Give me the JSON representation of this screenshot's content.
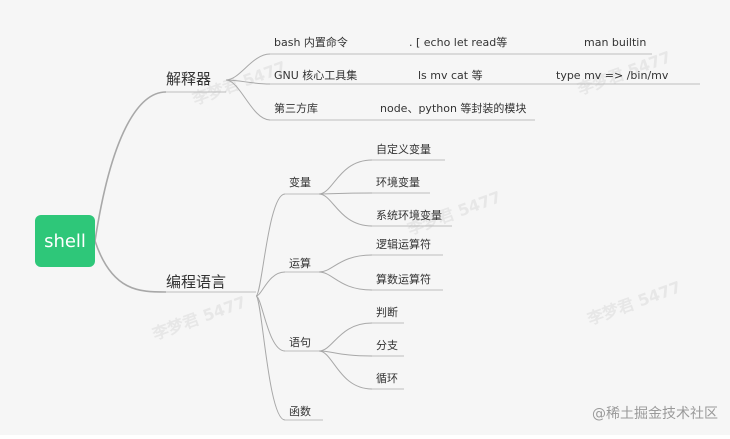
{
  "diagram": {
    "root": "shell",
    "branches": [
      {
        "label": "解释器",
        "children": [
          {
            "label": "bash 内置命令",
            "detail": ".  [   echo  let  read等",
            "extra": "man builtin"
          },
          {
            "label": "GNU 核心工具集",
            "detail": "ls   mv  cat  等",
            "extra": "type mv =>  /bin/mv"
          },
          {
            "label": "第三方库",
            "detail": "node、python 等封装的模块"
          }
        ]
      },
      {
        "label": "编程语言",
        "children": [
          {
            "label": "变量",
            "children": [
              "自定义变量",
              "环境变量",
              "系统环境变量"
            ]
          },
          {
            "label": "运算",
            "children": [
              "逻辑运算符",
              "算数运算符"
            ]
          },
          {
            "label": "语句",
            "children": [
              "判断",
              "分支",
              "循环"
            ]
          },
          {
            "label": "函数"
          }
        ]
      }
    ]
  },
  "watermarks": [
    "李梦君 5477",
    "李梦君 5477",
    "李梦君 5477",
    "李梦君 5477",
    "李梦君 5477"
  ],
  "footer": "@稀土掘金技术社区",
  "colors": {
    "root_fill": "#2ec779",
    "line": "#a8a8a8",
    "text": "#333333"
  }
}
